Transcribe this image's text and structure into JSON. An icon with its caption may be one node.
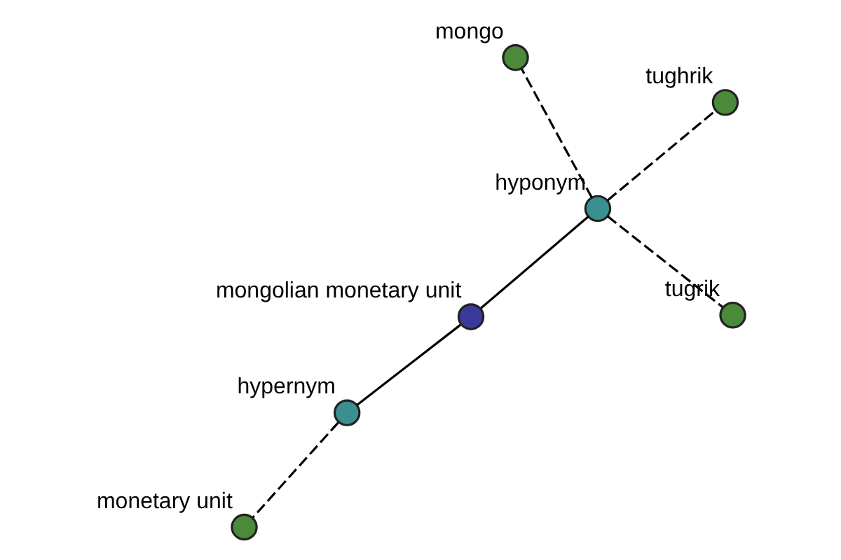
{
  "diagram": {
    "nodes": [
      {
        "text": [
          "mongo"
        ]
      },
      {
        "text": [
          "tughrik"
        ]
      },
      {
        "text": [
          "tugrik"
        ]
      },
      {
        "text": [
          "hyponym"
        ]
      },
      {
        "text": [
          "mongolian monetary unit"
        ]
      },
      {
        "text": [
          "hypernym"
        ]
      },
      {
        "text": [
          "monetary unit"
        ]
      }
    ],
    "edges": [
      {
        "from": 4,
        "to": 3,
        "arrow": "none"
      },
      {
        "from": 3,
        "to": 0,
        "arrow": "none",
        "style": "dashed"
      },
      {
        "from": 3,
        "to": 1,
        "arrow": "none",
        "style": "dashed"
      },
      {
        "from": 3,
        "to": 2,
        "arrow": "none",
        "style": "dashed"
      },
      {
        "from": 4,
        "to": 5,
        "arrow": "none"
      },
      {
        "from": 5,
        "to": 6,
        "arrow": "none",
        "style": "dashed"
      }
    ]
  }
}
